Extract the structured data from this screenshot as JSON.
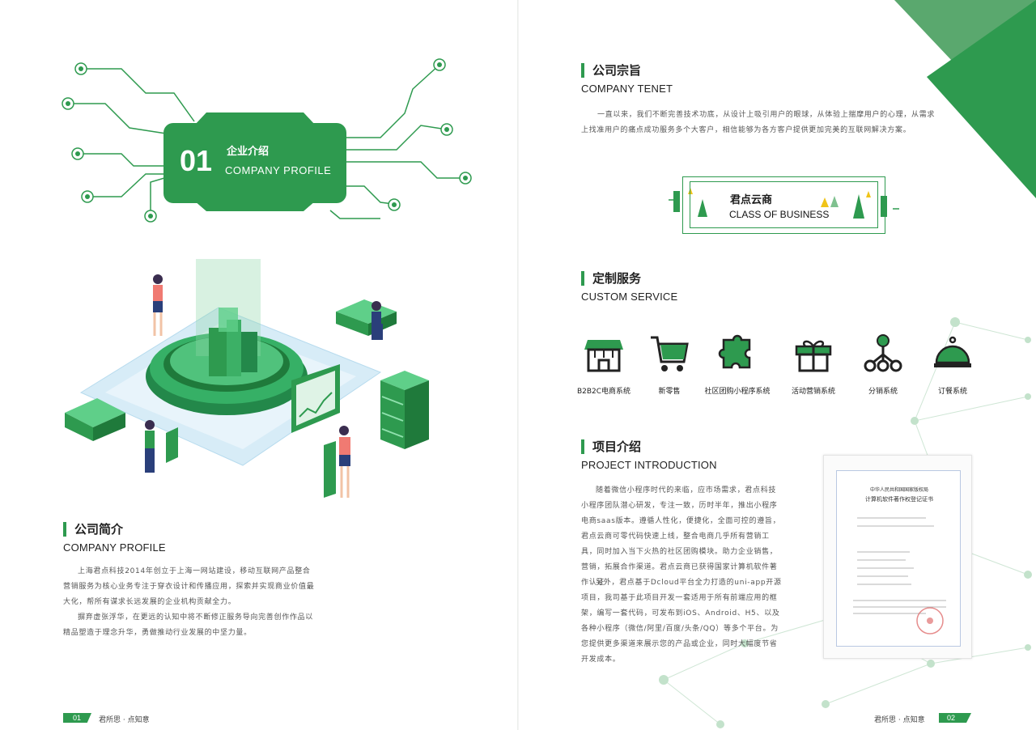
{
  "colors": {
    "accent": "#2e9a4f",
    "accent_dark": "#1f7a3b",
    "light_green": "#7fc18f"
  },
  "left": {
    "badge": {
      "number": "01",
      "title_cn": "企业介绍",
      "title_en": "COMPANY PROFILE"
    },
    "profile": {
      "title_cn": "公司简介",
      "title_en": "COMPANY PROFILE",
      "para1": "上海君点科技2014年创立于上海一网站建设，移动互联网产品整合营销服务为核心业务专注于穿衣设计和传播应用，探索并实现商业价值最大化，帮所有谋求长远发展的企业机构贡献全力。",
      "para2": "摒弃虚张浮华，在更远的认知中将不断修正服务导向完善创作作品以精品塑造于理念升华，勇做推动行业发展的中坚力量。"
    },
    "footer": {
      "page": "01",
      "slogan": "君所思 · 点知意"
    }
  },
  "right": {
    "tenet": {
      "title_cn": "公司宗旨",
      "title_en": "COMPANY TENET",
      "text": "一直以来，我们不断完善技术功底，从设计上吸引用户的眼球，从体验上揣摩用户的心理，从需求上找准用户的痛点成功服务多个大客户，相信能够为各方客户提供更加完美的互联网解决方案。"
    },
    "business": {
      "title_cn": "君点云商",
      "title_en": "CLASS OF BUSINESS"
    },
    "custom": {
      "title_cn": "定制服务",
      "title_en": "CUSTOM SERVICE",
      "services": [
        {
          "icon": "store-icon",
          "label": "B2B2C电商系统"
        },
        {
          "icon": "cart-icon",
          "label": "新零售"
        },
        {
          "icon": "puzzle-icon",
          "label": "社区团购小程序系统"
        },
        {
          "icon": "gift-icon",
          "label": "活动营销系统"
        },
        {
          "icon": "network-icon",
          "label": "分销系统"
        },
        {
          "icon": "cloche-icon",
          "label": "订餐系统"
        }
      ]
    },
    "project": {
      "title_cn": "项目介绍",
      "title_en": "PROJECT INTRODUCTION",
      "para1": "随着微信小程序时代的来临，应市场需求，君点科技小程序团队潜心研发，专注一致，历时半年，推出小程序电商saas版本。遵循人性化，便捷化，全面可控的遵旨，君点云商可零代码快速上线，整合电商几乎所有营销工具，同时加入当下火热的社区团购模块。助力企业销售，营销，拓展合作渠道。君点云商已获得国家计算机软件著作认证",
      "para2": "另外，君点基于Dcloud平台全力打造的uni-app开源项目，我司基于此项目开发一套适用于所有前端应用的框架，编写一套代码，可发布到iOS、Android、H5、以及各种小程序（微信/阿里/百度/头条/QQ）等多个平台。为您提供更多渠道来展示您的产品或企业，同时大幅度节省开发成本。"
    },
    "certificate": {
      "line1": "中华人民共和国国家版权局",
      "line2": "计算机软件著作权登记证书"
    },
    "footer": {
      "page": "02",
      "slogan": "君所思 · 点知意"
    }
  }
}
